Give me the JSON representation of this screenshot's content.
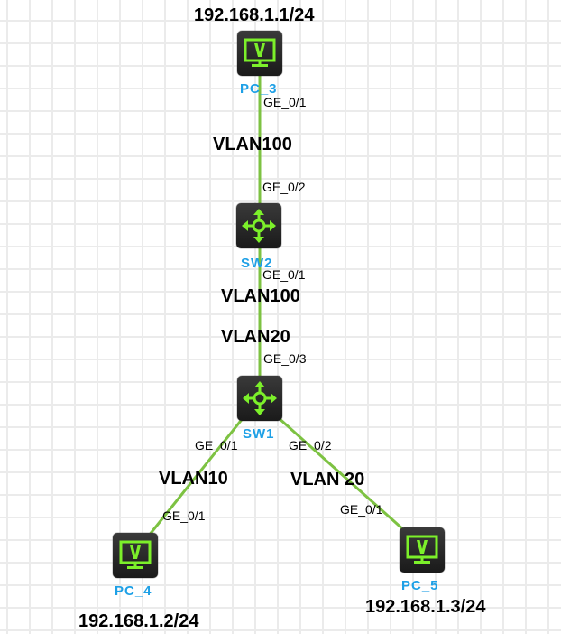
{
  "colors": {
    "link": "#7dc242",
    "icon_accent": "#7cf02a",
    "node_label": "#1ea0e6"
  },
  "nodes": {
    "pc3": {
      "name": "PC_3",
      "type": "pc",
      "icon": "monitor-v-icon",
      "ip": "192.168.1.1/24"
    },
    "sw2": {
      "name": "SW2",
      "type": "switch",
      "icon": "switch-arrows-icon"
    },
    "sw1": {
      "name": "SW1",
      "type": "switch",
      "icon": "switch-arrows-icon"
    },
    "pc4": {
      "name": "PC_4",
      "type": "pc",
      "icon": "monitor-v-icon",
      "ip": "192.168.1.2/24"
    },
    "pc5": {
      "name": "PC_5",
      "type": "pc",
      "icon": "monitor-v-icon",
      "ip": "192.168.1.3/24"
    }
  },
  "links": [
    {
      "from": "pc3",
      "to": "sw2",
      "from_port": "GE_0/1",
      "to_port": "GE_0/2",
      "vlan_labels": [
        "VLAN100"
      ]
    },
    {
      "from": "sw2",
      "to": "sw1",
      "from_port": "GE_0/1",
      "to_port": "GE_0/3",
      "vlan_labels": [
        "VLAN100",
        "VLAN20"
      ]
    },
    {
      "from": "sw1",
      "to": "pc4",
      "from_port": "GE_0/1",
      "to_port": "GE_0/1",
      "vlan_labels": [
        "VLAN10"
      ]
    },
    {
      "from": "sw1",
      "to": "pc5",
      "from_port": "GE_0/2",
      "to_port": "GE_0/1",
      "vlan_labels": [
        "VLAN 20"
      ]
    }
  ]
}
